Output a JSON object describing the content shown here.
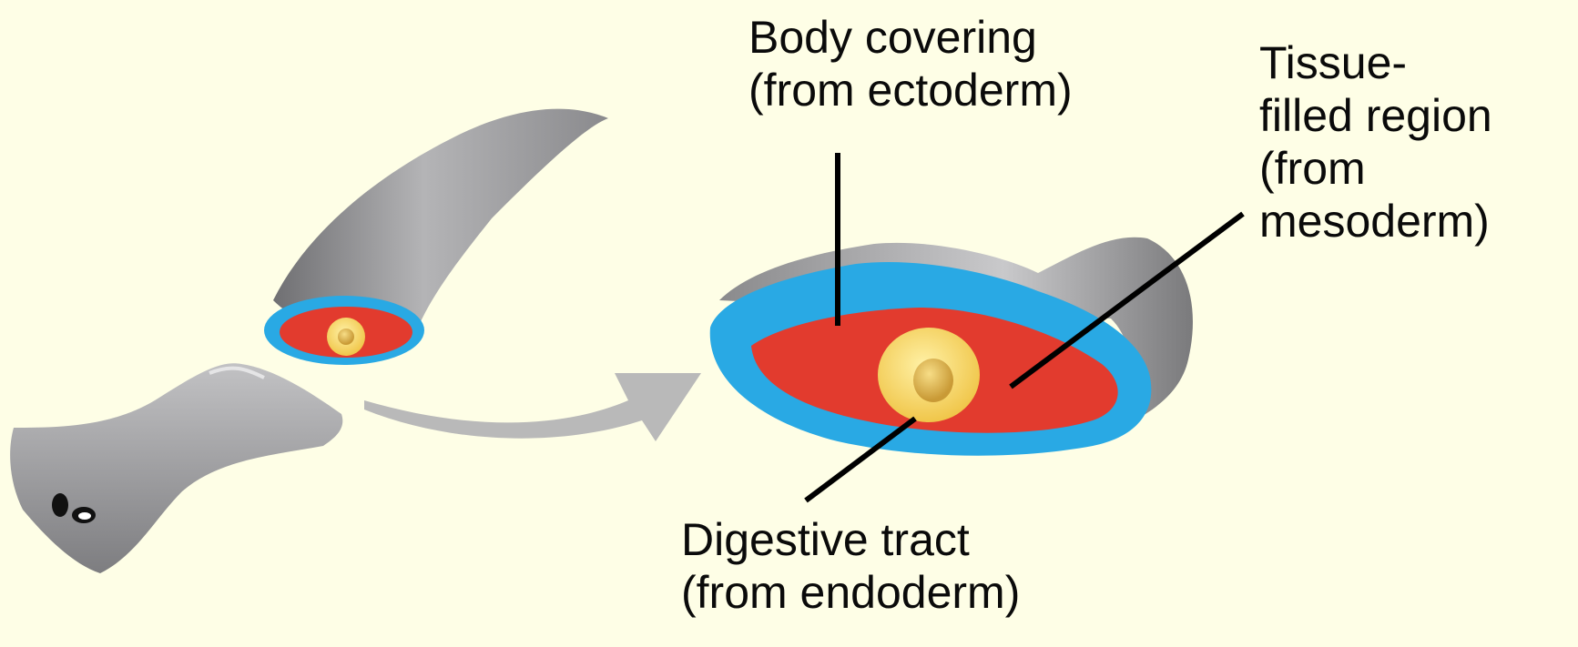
{
  "labels": {
    "body_covering": [
      "Body covering",
      "(from ectoderm)"
    ],
    "tissue_filled": [
      "Tissue-",
      "filled region",
      "(from",
      "mesoderm)"
    ],
    "digestive": [
      "Digestive tract",
      "(from endoderm)"
    ]
  },
  "colors": {
    "background": "#fefee6",
    "body_gray": "#9a9a9c",
    "ectoderm_blue": "#29a9e4",
    "mesoderm_red": "#e23b2e",
    "endoderm_yellow": "#f4d45c",
    "arrow_gray": "#b9b9b9",
    "line_black": "#000000"
  }
}
